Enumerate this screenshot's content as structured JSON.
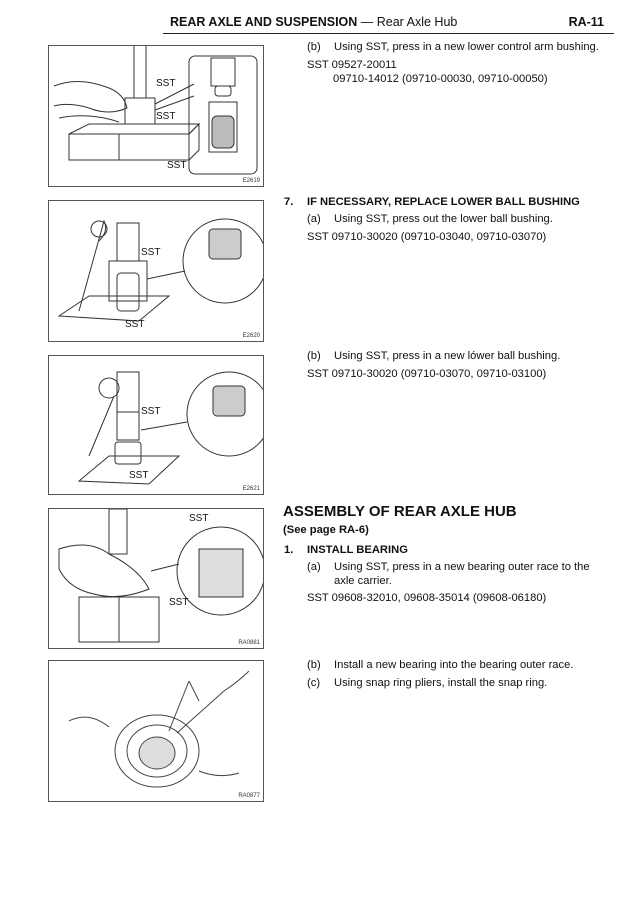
{
  "header": {
    "section": "REAR AXLE AND SUSPENSION",
    "separator": " — ",
    "subsection": "Rear Axle Hub",
    "page": "RA-11"
  },
  "figures": [
    {
      "id": "E2619",
      "labels": [
        "SST",
        "SST",
        "SST"
      ]
    },
    {
      "id": "E2620",
      "labels": [
        "SST",
        "SST"
      ]
    },
    {
      "id": "E2621",
      "labels": [
        "SST",
        "SST"
      ]
    },
    {
      "id": "RA0881",
      "labels": [
        "SST",
        "SST"
      ]
    },
    {
      "id": "RA0877",
      "labels": []
    }
  ],
  "blocks": {
    "b1": {
      "step": "(b)",
      "text": "Using SST, press in a new lower control arm bushing.",
      "sst_line1": "SST 09527-20011",
      "sst_line2": "09710-14012 (09710-00030, 09710-00050)"
    },
    "step7": {
      "num": "7.",
      "title": "IF NECESSARY, REPLACE LOWER BALL BUSHING",
      "a_step": "(a)",
      "a_text": "Using SST, press out the lower ball bushing.",
      "a_sst": "SST 09710-30020 (09710-03040, 09710-03070)",
      "b_step": "(b)",
      "b_text": "Using SST, press in a new lówer ball bushing.",
      "b_sst": "SST 09710-30020 (09710-03070, 09710-03100)"
    },
    "assembly": {
      "title": "ASSEMBLY OF REAR AXLE HUB",
      "ref": "(See page RA-6)",
      "num": "1.",
      "step_title": "INSTALL BEARING",
      "a_step": "(a)",
      "a_text1": "Using SST, press in a new bearing outer race to the",
      "a_text2": "axle carrier.",
      "a_sst": "SST 09608-32010, 09608-35014 (09608-06180)",
      "b_step": "(b)",
      "b_text": "Install a new bearing into the bearing outer race.",
      "c_step": "(c)",
      "c_text": "Using snap ring pliers, install the snap ring."
    }
  }
}
